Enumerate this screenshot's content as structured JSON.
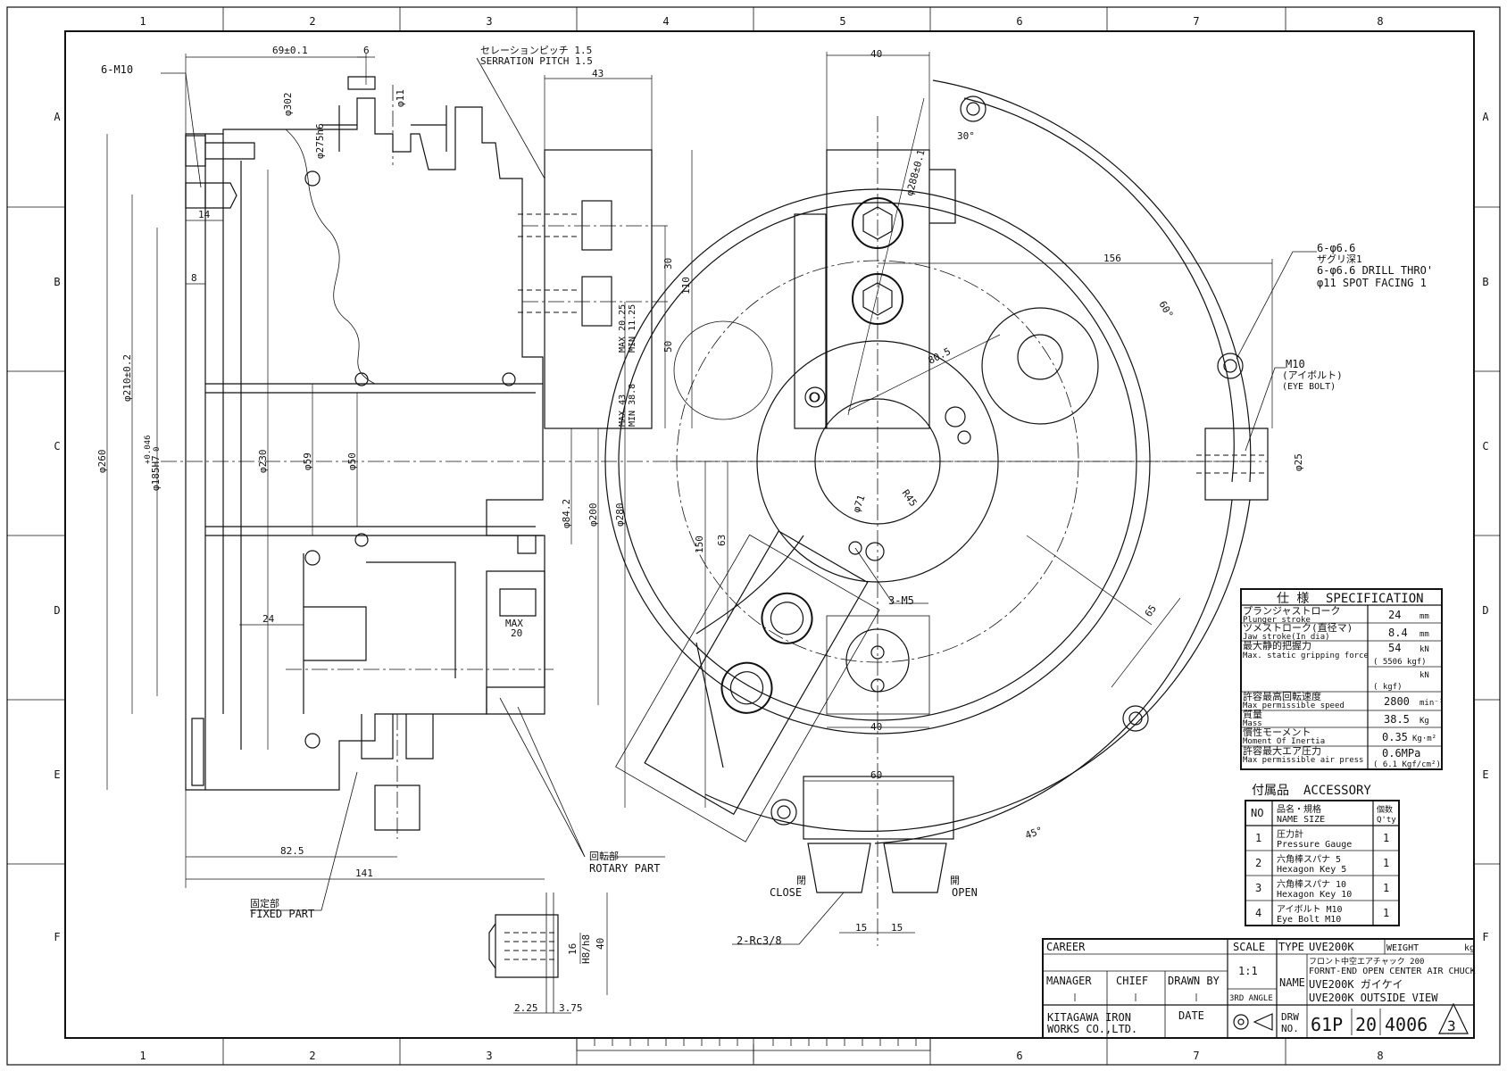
{
  "grid": {
    "columns": [
      "1",
      "2",
      "3",
      "4",
      "5",
      "6",
      "7",
      "8"
    ],
    "rows": [
      "A",
      "B",
      "C",
      "D",
      "E",
      "F"
    ]
  },
  "side_view": {
    "mount_thread": "6-M10",
    "dim_69": "69±0.1",
    "dim_6": "6",
    "dim_14": "14",
    "dim_8": "8",
    "dim_302": "φ302",
    "dim_11": "φ11",
    "dim_275": "φ275h6",
    "dim_260": "φ260",
    "dim_210": "φ210±0.2",
    "dim_185": "φ185H7",
    "dim_185_tol_upper": "+0.046",
    "dim_185_tol_lower": "0",
    "dim_230": "φ230",
    "dim_59": "φ59",
    "dim_50": "φ50",
    "dim_84": "φ84.2",
    "dim_200": "φ200",
    "dim_280": "φ280",
    "dim_24": "24",
    "dim_82": "82.5",
    "dim_141": "141",
    "serration_jp": "セレーションピッチ 1.5",
    "serration_en": "SERRATION PITCH 1.5",
    "dim_43": "43",
    "dim_30": "30",
    "dim_110": "110",
    "dim_50b": "50",
    "jaw_max1": "MAX 20.25",
    "jaw_min1": "MIN 11.25",
    "jaw_max2": "MAX 43",
    "jaw_min2": "MIN 38.8",
    "max_label": "MAX",
    "max_20": "20",
    "rotary_jp": "回転部",
    "rotary_en": "ROTARY PART",
    "fixed_jp": "固定部",
    "fixed_en": "FIXED PART"
  },
  "detail": {
    "dim_16": "16",
    "dim_h8": "H8/h8",
    "dim_40": "40",
    "dim_225": "2.25",
    "dim_375": "3.75"
  },
  "front_view": {
    "dim_40_top": "40",
    "dim_30deg": "30°",
    "dim_288": "φ288±0.1",
    "dim_156": "156",
    "dim_60deg": "60°",
    "dim_805": "80.5",
    "hole_spec_1": "6-φ6.6",
    "hole_spec_2": "ザグリ深1",
    "hole_spec_3": "6-φ6.6 DRILL THRO'",
    "hole_spec_4": "φ11 SPOT FACING 1",
    "eyebolt_1": "M10",
    "eyebolt_2": "(アイボルト)",
    "eyebolt_3": "(EYE BOLT)",
    "dim_25": "φ25",
    "dim_71": "φ71",
    "dim_r45": "R45",
    "thread_3m5": "3-M5",
    "dim_150": "150",
    "dim_63": "63",
    "dim_65": "65",
    "dim_40_mid": "40",
    "dim_60": "60",
    "dim_45deg": "45°",
    "close_jp": "閉",
    "close_en": "CLOSE",
    "open_jp": "開",
    "open_en": "OPEN",
    "port": "2-Rc3/8",
    "dim_15a": "15",
    "dim_15b": "15"
  },
  "spec_table": {
    "title_jp": "仕 様",
    "title_en": "SPECIFICATION",
    "rows": [
      {
        "jp": "プランジャストローク",
        "en": "Plunger stroke",
        "value": "24",
        "unit": "mm"
      },
      {
        "jp": "ツメストローク(直径マ)",
        "en": "Jaw stroke(In dia)",
        "value": "8.4",
        "unit": "mm"
      },
      {
        "jp": "最大静的把握力",
        "en": "Max. static gripping force",
        "value": "54",
        "unit": "kN",
        "sub": "( 5506  kgf)"
      },
      {
        "jp": "",
        "en": "",
        "value": "",
        "unit": "kN",
        "sub": "(         kgf)"
      },
      {
        "jp": "許容最高回転速度",
        "en": "Max permissible speed",
        "value": "2800",
        "unit": "min⁻¹"
      },
      {
        "jp": "質量",
        "en": "Mass",
        "value": "38.5",
        "unit": "Kg"
      },
      {
        "jp": "慣性モーメント",
        "en": "Moment Of Inertia",
        "value": "0.35",
        "unit": "Kg·m²"
      },
      {
        "jp": "許容最大エア圧力",
        "en": "Max permissible air press",
        "value": "0.6MPa",
        "unit": "",
        "sub": "( 6.1 Kgf/cm²)"
      }
    ]
  },
  "accessory_table": {
    "title_jp": "付属品",
    "title_en": "ACCESSORY",
    "head_no": "NO",
    "head_name_jp": "品名・規格",
    "head_name_en": "NAME SIZE",
    "head_qty_jp": "個数",
    "head_qty_en": "Q'ty",
    "rows": [
      {
        "no": "1",
        "jp": "圧力計",
        "en": "Pressure Gauge",
        "qty": "1"
      },
      {
        "no": "2",
        "jp": "六角棒スパナ 5",
        "en": "Hexagon Key 5",
        "qty": "1"
      },
      {
        "no": "3",
        "jp": "六角棒スパナ 10",
        "en": "Hexagon Key 10",
        "qty": "1"
      },
      {
        "no": "4",
        "jp": "アイボルト M10",
        "en": "Eye Bolt M10",
        "qty": "1"
      }
    ]
  },
  "title_block": {
    "career": "CAREER",
    "scale_label": "SCALE",
    "scale_value": "1:1",
    "type_label": "TYPE",
    "type_value": "UVE200K",
    "weight_label": "WEIGHT",
    "weight_unit": "kg",
    "name_label": "NAME",
    "name_jp": "フロント中空エアチャック 200",
    "name_en": "FORNT-END OPEN CENTER AIR CHUCK",
    "name_line2": "UVE200K ガイケイ",
    "name_line3": "UVE200K OUTSIDE VIEW",
    "manager": "MANAGER",
    "chief": "CHIEF",
    "drawn_by": "DRAWN BY",
    "date": "DATE",
    "angle": "3RD ANGLE",
    "company_1": "KITAGAWA IRON",
    "company_2": "WORKS CO.,LTD.",
    "drw_label_1": "DRW",
    "drw_label_2": "NO.",
    "drw_1": "61P",
    "drw_2": "20",
    "drw_3": "4006",
    "revision": "3"
  }
}
